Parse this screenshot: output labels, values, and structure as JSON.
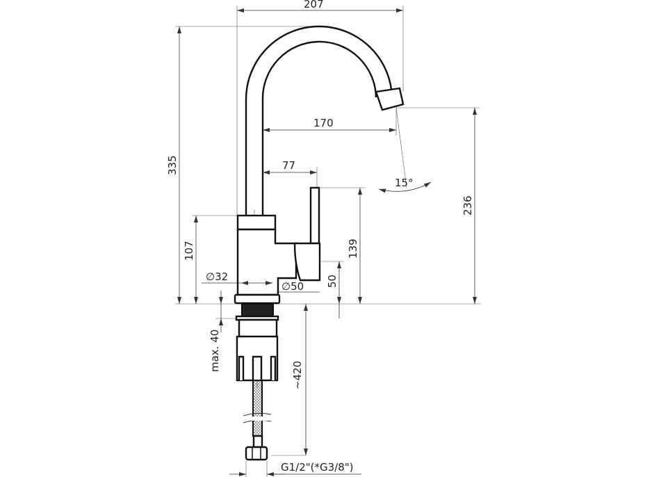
{
  "drawing": {
    "title": "Faucet dimension drawing",
    "dimensions": {
      "overall_width": "207",
      "overall_height": "335",
      "spout_reach": "170",
      "lever_offset": "77",
      "spout_angle": "15°",
      "spout_outlet_height": "236",
      "lever_height": "139",
      "body_height": "107",
      "body_diameter": "∅32",
      "base_diameter": "∅50",
      "handle_axis_height": "50",
      "max_deck_thickness": "max. 40",
      "hose_length": "~420",
      "connection_thread": "G1/2\"(*G3/8\")"
    },
    "colors": {
      "line": "#111111",
      "dimension": "#333333"
    }
  }
}
